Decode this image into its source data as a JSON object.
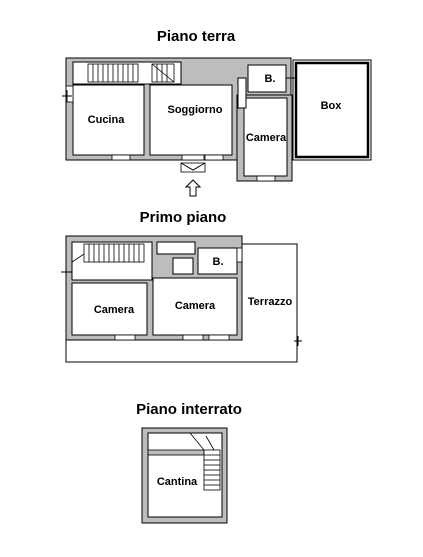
{
  "floors": {
    "ground": {
      "title": "Piano terra",
      "rooms": {
        "kitchen": "Cucina",
        "living": "Soggiorno",
        "bath": "B.",
        "bedroom": "Camera",
        "garage": "Box"
      }
    },
    "first": {
      "title": "Primo piano",
      "rooms": {
        "bedroom_left": "Camera",
        "bedroom_right": "Camera",
        "bath": "B.",
        "terrace": "Terrazzo"
      }
    },
    "basement": {
      "title": "Piano interrato",
      "rooms": {
        "cellar": "Cantina"
      }
    }
  },
  "colors": {
    "wall": "#bdbdbd",
    "line": "#000000",
    "background": "#ffffff"
  }
}
